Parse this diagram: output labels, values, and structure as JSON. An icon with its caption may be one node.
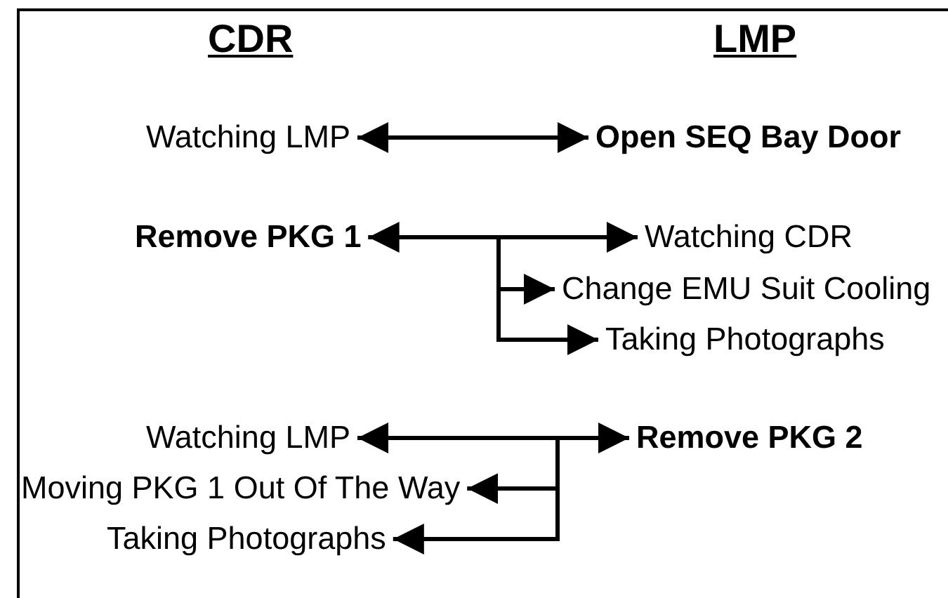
{
  "diagram": {
    "nodes": [
      {
        "text": [
          "Watching LMP"
        ]
      },
      {
        "text": [
          "Open SEQ Bay Door"
        ]
      },
      {
        "text": [
          "Remove PKG 1"
        ]
      },
      {
        "text": [
          "Watching CDR"
        ]
      },
      {
        "text": [
          "Change EMU Suit Cooling"
        ]
      },
      {
        "text": [
          "Taking Photographs"
        ]
      },
      {
        "text": [
          "Watching LMP"
        ]
      },
      {
        "text": [
          "Moving PKG 1 Out Of The Way"
        ]
      },
      {
        "text": [
          "Taking Photographs"
        ]
      },
      {
        "text": [
          "Remove PKG 2"
        ]
      }
    ],
    "edges": [
      {
        "from": 0,
        "to": 1,
        "arrow": "both"
      },
      {
        "from": 2,
        "to": 3,
        "arrow": "both"
      },
      {
        "from": 2,
        "to": 4,
        "arrow": "to"
      },
      {
        "from": 2,
        "to": 5,
        "arrow": "to"
      },
      {
        "from": 6,
        "to": 9,
        "arrow": "both"
      },
      {
        "from": 9,
        "to": 7,
        "arrow": "to"
      },
      {
        "from": 9,
        "to": 8,
        "arrow": "to"
      }
    ],
    "labels": [
      "CDR",
      "LMP"
    ]
  }
}
